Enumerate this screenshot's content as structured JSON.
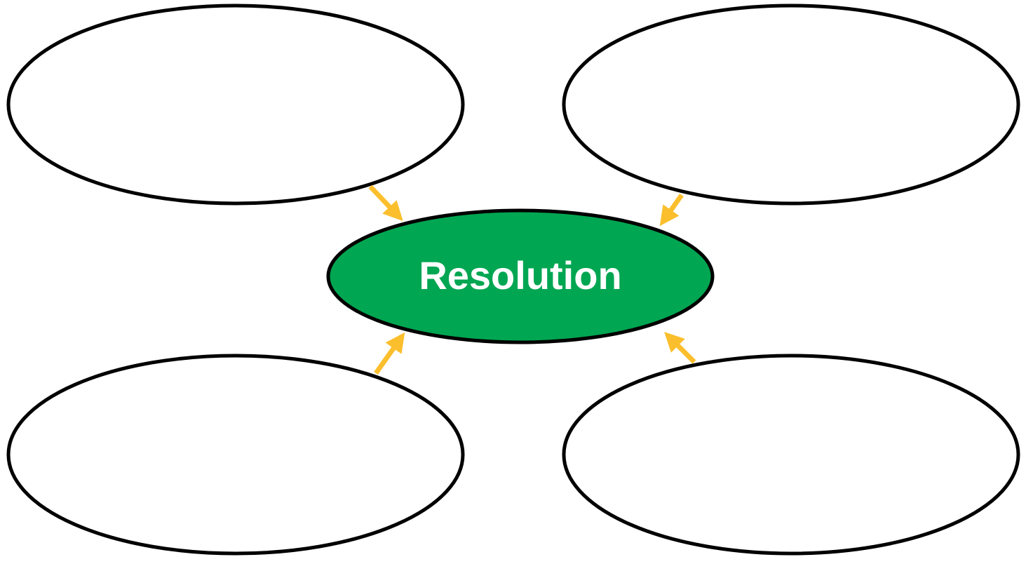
{
  "diagram": {
    "center": {
      "label": "Resolution",
      "fill": "#00A651",
      "text_color": "#FFFFFF"
    },
    "outer_ellipses": [
      {
        "id": "top-left",
        "label": ""
      },
      {
        "id": "top-right",
        "label": ""
      },
      {
        "id": "bottom-left",
        "label": ""
      },
      {
        "id": "bottom-right",
        "label": ""
      }
    ],
    "colors": {
      "outline": "#000000",
      "arrow": "#FBBF2D",
      "outer_fill": "#FFFFFF"
    }
  }
}
